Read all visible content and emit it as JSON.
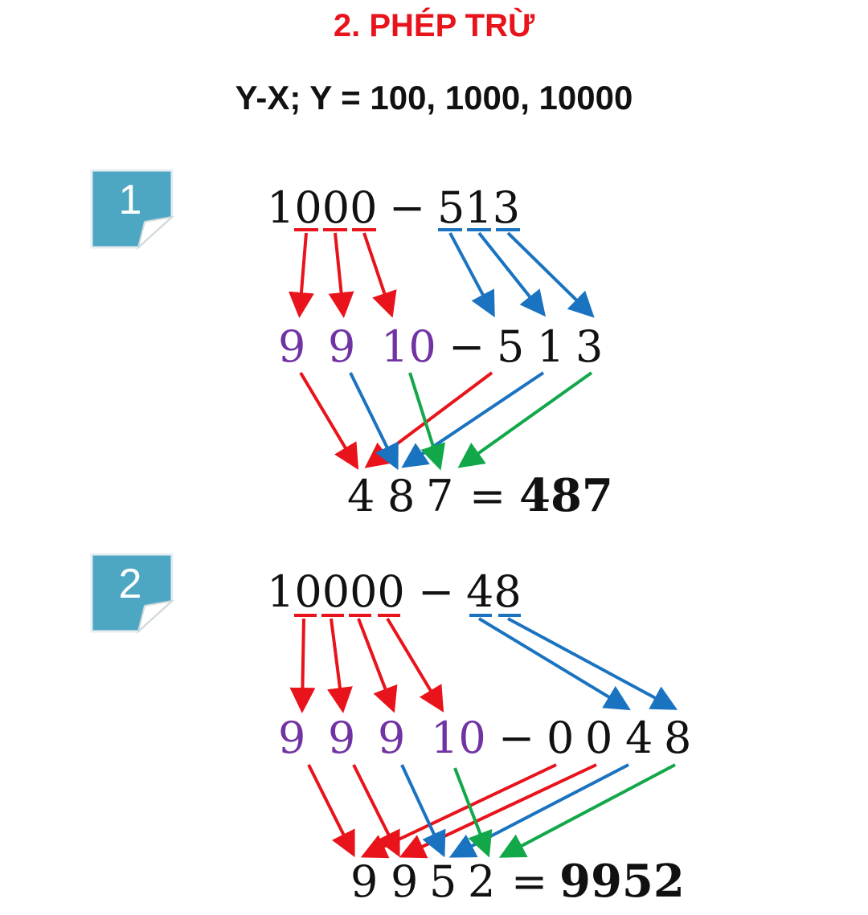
{
  "header": {
    "title": "2. PHÉP TRỪ",
    "subtitle": "Y-X; Y = 100, 1000, 10000",
    "title_color": "#e8131b"
  },
  "colors": {
    "red": "#e8131b",
    "blue": "#1a73c0",
    "green": "#12a84a",
    "purple": "#7133a3",
    "black": "#111111",
    "badge_fill": "#4ea7c2"
  },
  "examples": [
    {
      "number": "1",
      "expression": {
        "minuend": "1000",
        "operator": "−",
        "subtrahend": "513"
      },
      "rewritten": {
        "borrowed": [
          "9",
          "9",
          "10"
        ],
        "operator": "−",
        "subtrahend_digits": [
          "5",
          "1",
          "3"
        ]
      },
      "result": {
        "digits": [
          "4",
          "8",
          "7"
        ],
        "equals": "=",
        "value": "487"
      }
    },
    {
      "number": "2",
      "expression": {
        "minuend": "10000",
        "operator": "−",
        "subtrahend": "48"
      },
      "rewritten": {
        "borrowed": [
          "9",
          "9",
          "9",
          "10"
        ],
        "operator": "−",
        "subtrahend_digits": [
          "0",
          "0",
          "4",
          "8"
        ]
      },
      "result": {
        "digits": [
          "9",
          "9",
          "5",
          "2"
        ],
        "equals": "=",
        "value": "9952"
      }
    }
  ]
}
